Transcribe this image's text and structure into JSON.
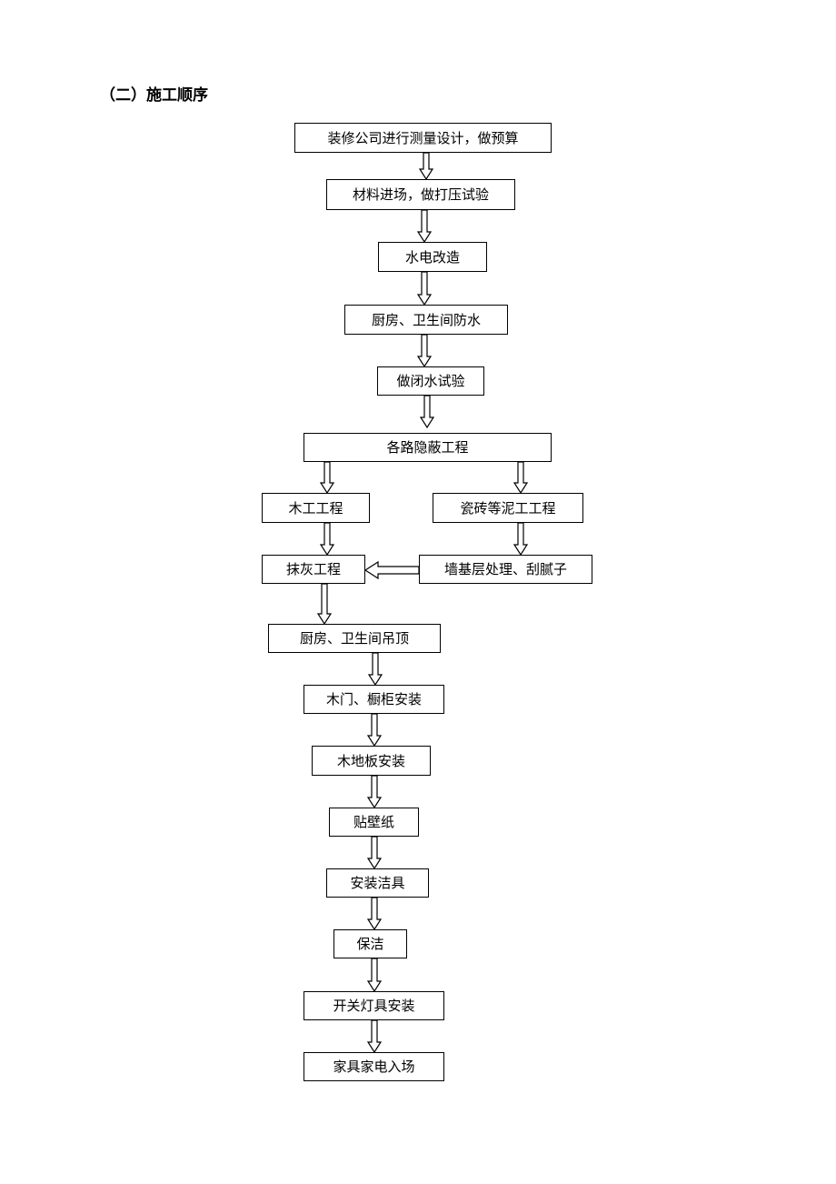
{
  "section_title": "（二）施工顺序",
  "steps": {
    "survey_design": "装修公司进行测量设计，做预算",
    "materials": "材料进场，做打压试验",
    "plumbing_electrical": "水电改造",
    "waterproofing": "厨房、卫生间防水",
    "closed_water_test": "做闭水试验",
    "concealed_works": "各路隐蔽工程",
    "carpentry": "木工工程",
    "tiling_masonry": "瓷砖等泥工工程",
    "plastering": "抹灰工程",
    "wall_base": "墙基层处理、刮腻子",
    "ceiling": "厨房、卫生间吊顶",
    "doors_cabinets": "木门、橱柜安装",
    "wood_floor": "木地板安装",
    "wallpaper": "贴壁纸",
    "sanitary_ware": "安装洁具",
    "cleaning": "保洁",
    "switches_lights": "开关灯具安装",
    "furniture_appliances": "家具家电入场"
  }
}
